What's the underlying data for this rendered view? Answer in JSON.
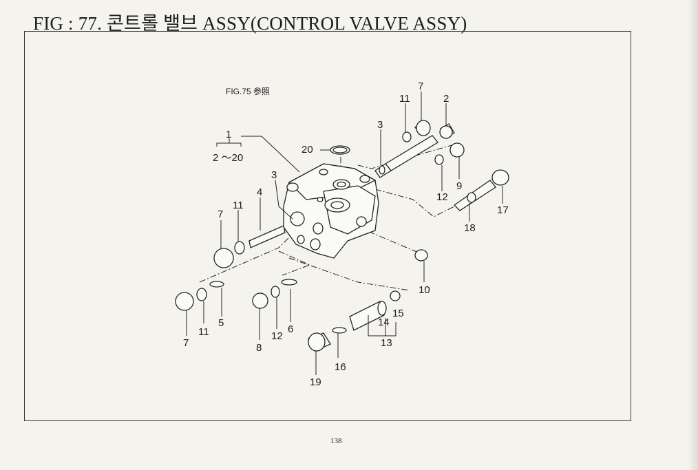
{
  "header": {
    "title": "FIG : 77. 콘트롤 밸브 ASSY(CONTROL VALVE ASSY)"
  },
  "diagram": {
    "reference_note": "FIG.75 参照",
    "range_label": "2 ～20",
    "callouts": {
      "c1": "1",
      "c2": "2",
      "c3a": "3",
      "c3b": "3",
      "c4": "4",
      "c5": "5",
      "c6": "6",
      "c7a": "7",
      "c7b": "7",
      "c7c": "7",
      "c8": "8",
      "c9": "9",
      "c10": "10",
      "c11a": "11",
      "c11b": "11",
      "c11c": "11",
      "c12a": "12",
      "c12b": "12",
      "c13": "13",
      "c14": "14",
      "c15": "15",
      "c16": "16",
      "c17": "17",
      "c18": "18",
      "c19": "19",
      "c20": "20"
    }
  },
  "footer": {
    "page_number": "138"
  }
}
